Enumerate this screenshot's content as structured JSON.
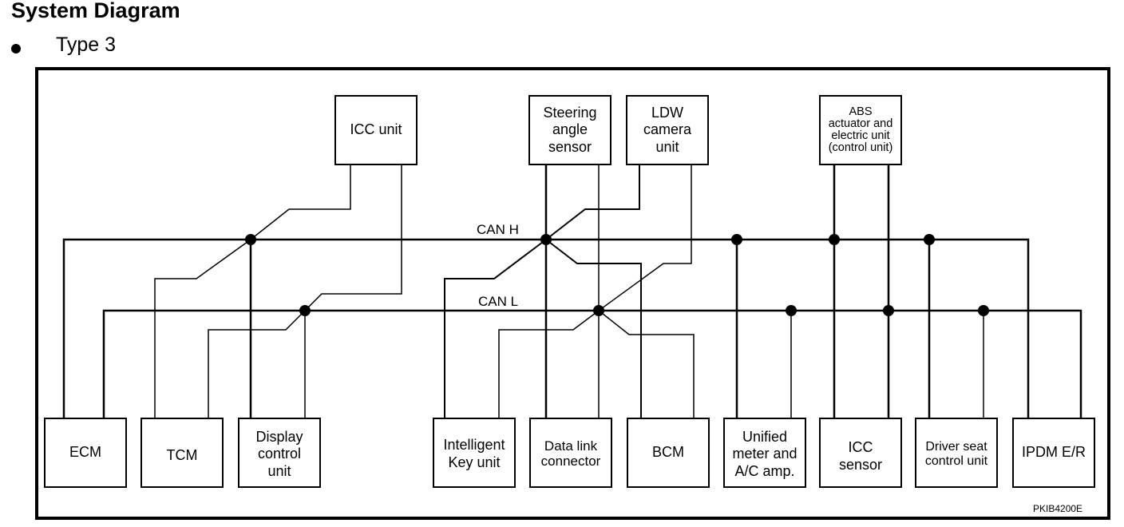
{
  "title": "System Diagram",
  "subtitle": "Type 3",
  "diagram_code": "PKIB4200E",
  "bus": {
    "can_h_label": "CAN H",
    "can_l_label": "CAN L"
  },
  "top_units": [
    {
      "id": "icc-unit",
      "label": "ICC unit"
    },
    {
      "id": "steering-angle-sensor",
      "label": "Steering\nangle\nsensor"
    },
    {
      "id": "ldw-camera-unit",
      "label": "LDW\ncamera\nunit"
    },
    {
      "id": "abs-actuator",
      "label": "ABS\nactuator and\nelectric unit\n(control unit)"
    }
  ],
  "bottom_units": [
    {
      "id": "ecm",
      "label": "ECM"
    },
    {
      "id": "tcm",
      "label": "TCM"
    },
    {
      "id": "display-control-unit",
      "label": "Display\ncontrol\nunit"
    },
    {
      "id": "intelligent-key-unit",
      "label": "Intelligent\nKey unit"
    },
    {
      "id": "data-link-connector",
      "label": "Data link\nconnector"
    },
    {
      "id": "bcm",
      "label": "BCM"
    },
    {
      "id": "unified-meter",
      "label": "Unified\nmeter and\nA/C amp."
    },
    {
      "id": "icc-sensor",
      "label": "ICC\nsensor"
    },
    {
      "id": "driver-seat-control-unit",
      "label": "Driver seat\ncontrol unit"
    },
    {
      "id": "ipdm-er",
      "label": "IPDM E/R"
    }
  ]
}
